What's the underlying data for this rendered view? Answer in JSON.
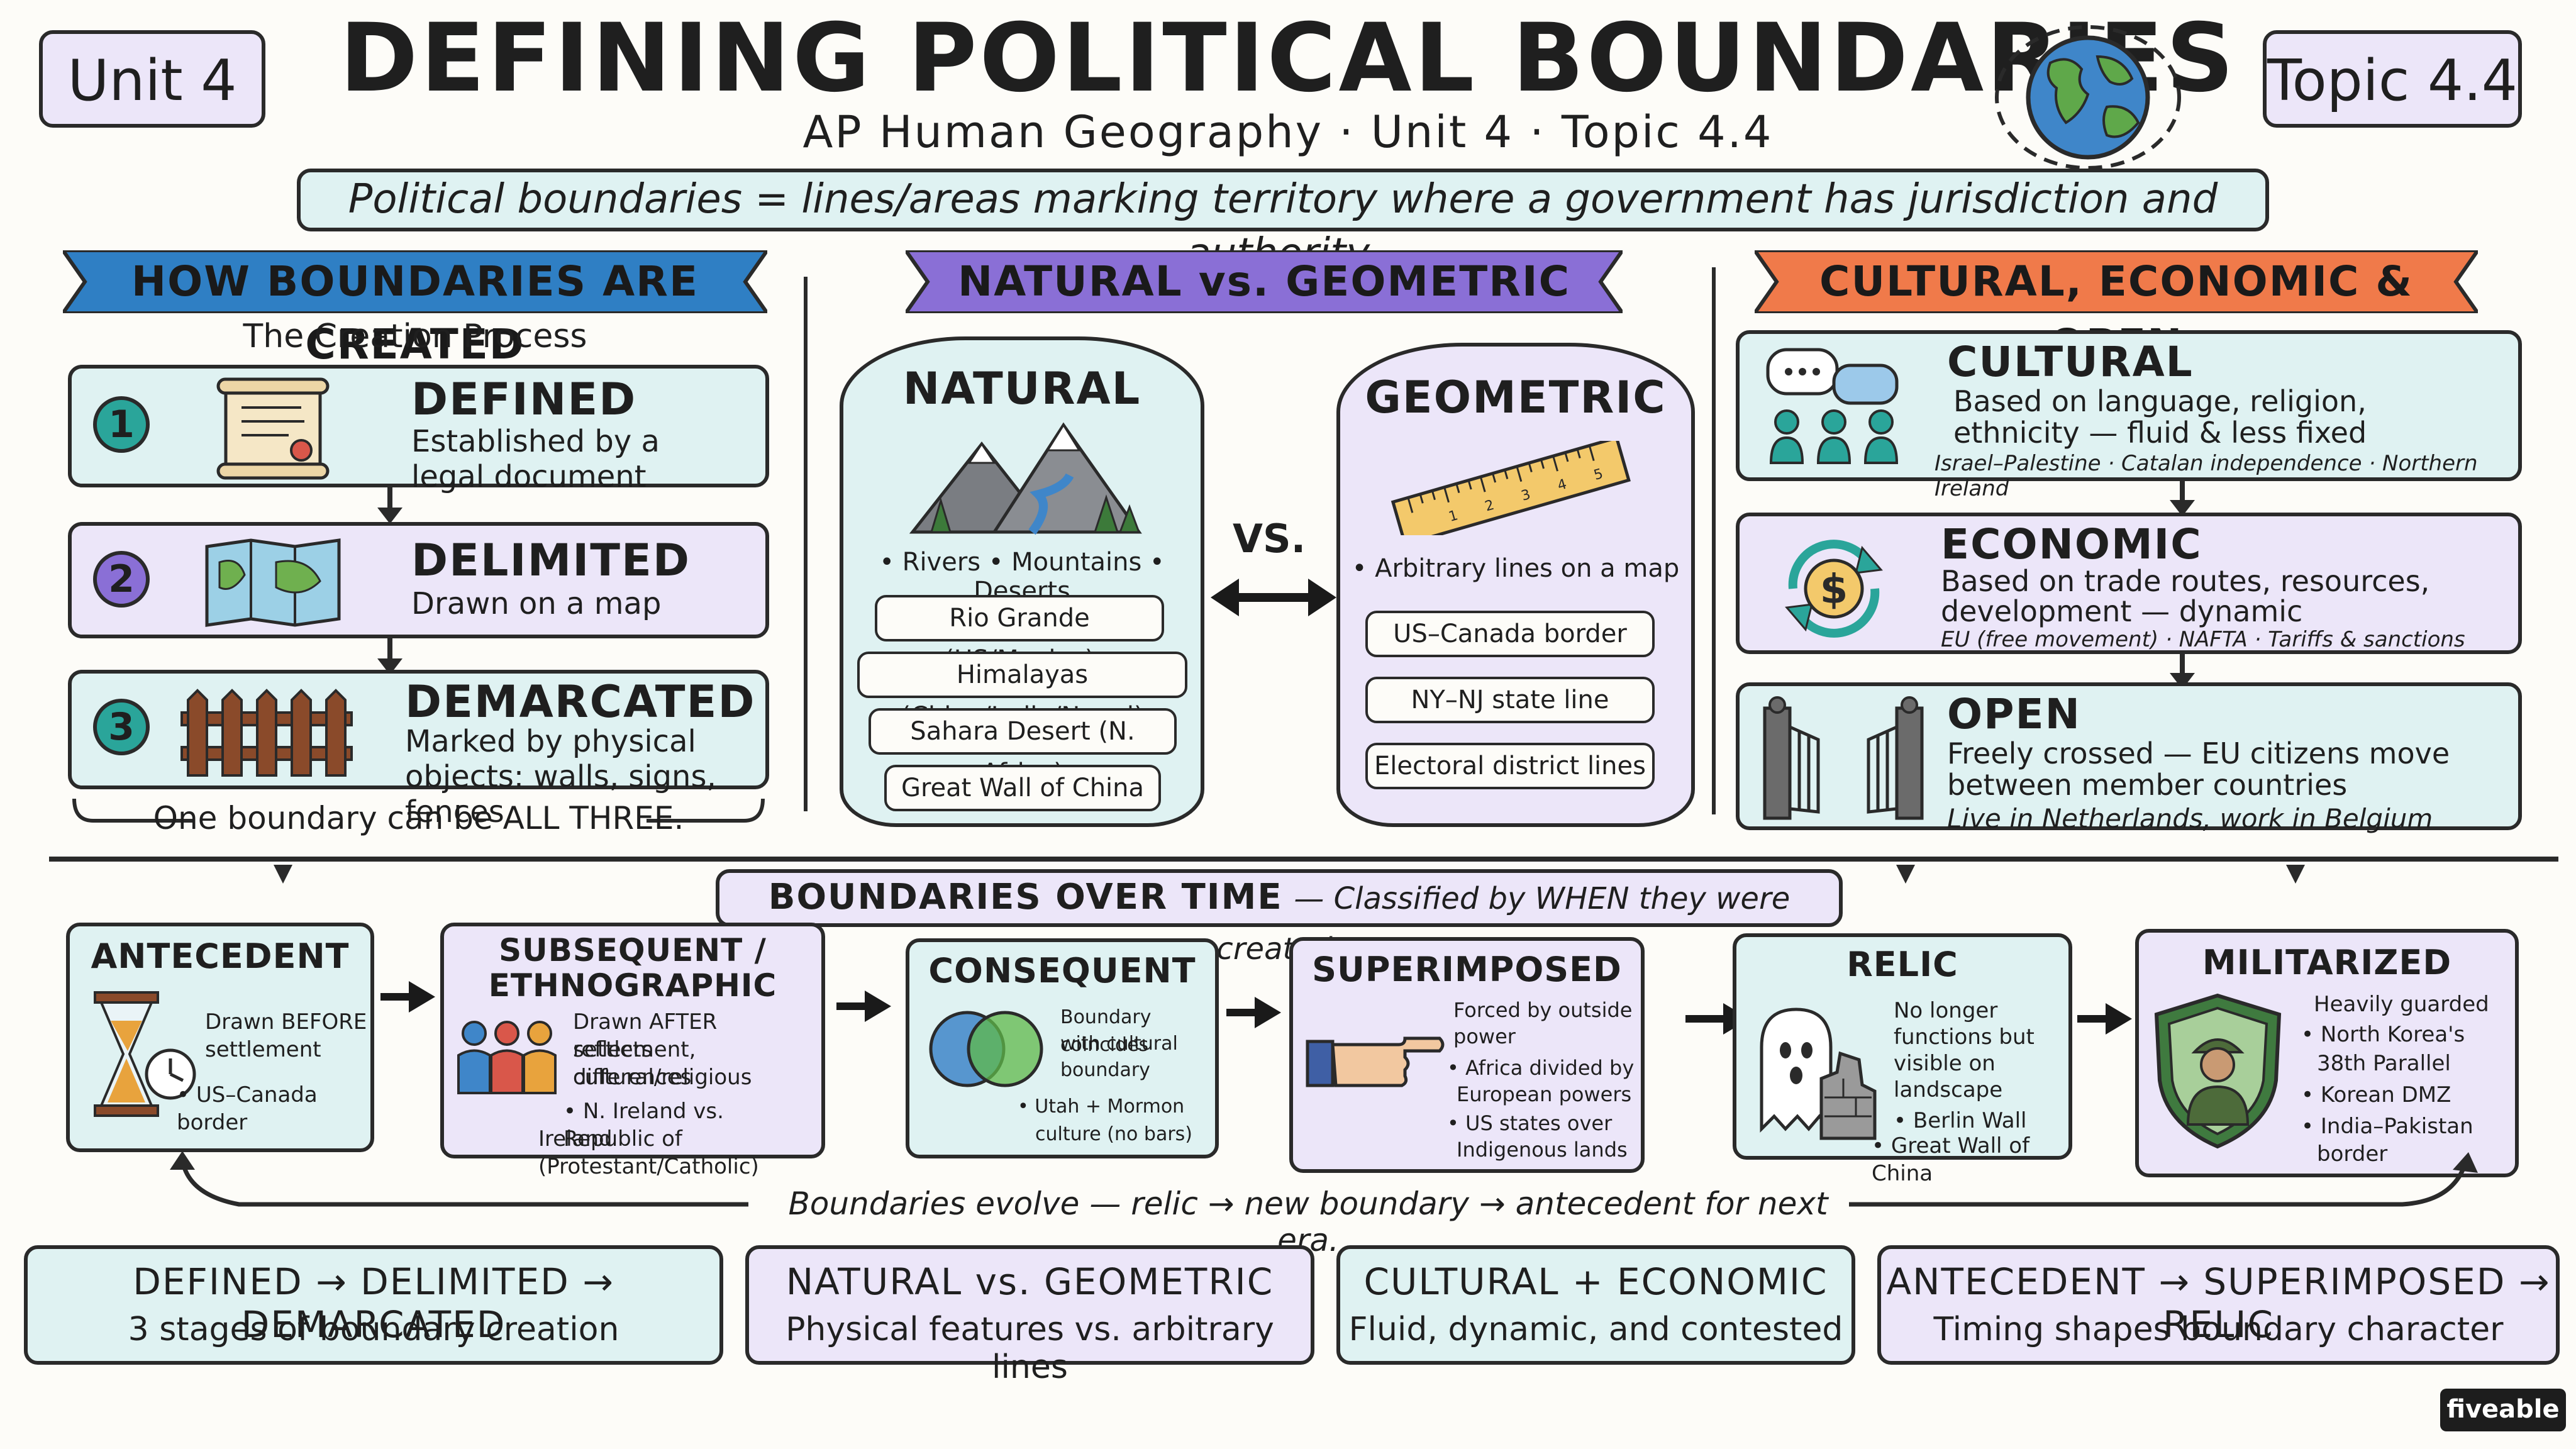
{
  "header": {
    "title": "DEFINING POLITICAL BOUNDARIES",
    "subtitle": "AP Human Geography · Unit 4 · Topic 4.4",
    "unit_tag": "Unit 4",
    "topic_tag": "Topic 4.4",
    "definition": "Political boundaries = lines/areas marking territory where a government has jurisdiction and authority."
  },
  "creation": {
    "banner": "HOW BOUNDARIES ARE CREATED",
    "subheading": "The Creation Process",
    "steps": [
      {
        "num": "1",
        "title": "DEFINED",
        "desc": "Established by a legal document"
      },
      {
        "num": "2",
        "title": "DELIMITED",
        "desc": "Drawn on a map"
      },
      {
        "num": "3",
        "title": "DEMARCATED",
        "desc": "Marked by physical objects: walls, signs, fences"
      }
    ],
    "footnote": "One boundary can be ALL THREE."
  },
  "natgeo": {
    "banner": "NATURAL vs. GEOMETRIC",
    "vs": "VS.",
    "natural": {
      "title": "NATURAL",
      "features": "• Rivers • Mountains • Deserts",
      "examples": [
        "Rio Grande (US/Mexico)",
        "Himalayas (China/India/Nepal)",
        "Sahara Desert (N. Africa)",
        "Great Wall of China"
      ]
    },
    "geometric": {
      "title": "GEOMETRIC",
      "features": "• Arbitrary lines on a map",
      "examples": [
        "US–Canada border",
        "NY–NJ state line",
        "Electoral district lines"
      ],
      "ruler_numbers": [
        "1",
        "2",
        "3",
        "4",
        "5"
      ]
    }
  },
  "cultural": {
    "banner": "CULTURAL, ECONOMIC & OPEN",
    "items": [
      {
        "title": "CULTURAL",
        "desc1": "Based on language, religion,",
        "desc2": "ethnicity — fluid & less fixed",
        "examples": "Israel–Palestine · Catalan independence · Northern Ireland"
      },
      {
        "title": "ECONOMIC",
        "desc1": "Based on trade routes, resources,",
        "desc2": "development — dynamic",
        "examples": "EU (free movement) · NAFTA · Tariffs & sanctions"
      },
      {
        "title": "OPEN",
        "desc1": "Freely crossed — EU citizens move",
        "desc2": "between member countries",
        "examples": "Live in Netherlands, work in Belgium"
      }
    ]
  },
  "timeline": {
    "header_bold": "BOUNDARIES OVER TIME",
    "header_italic": "— Classified by WHEN they were created.",
    "cards": [
      {
        "title": "ANTECEDENT",
        "lines": [
          "Drawn BEFORE",
          "settlement",
          "• US–Canada border"
        ]
      },
      {
        "title": "SUBSEQUENT / ETHNOGRAPHIC",
        "lines": [
          "Drawn AFTER settlement,",
          "reflects cultural/religious",
          "differences",
          "• N. Ireland vs. Republic of",
          "Ireland (Protestant/Catholic)"
        ]
      },
      {
        "title": "CONSEQUENT",
        "lines": [
          "Boundary coincides",
          "with cultural",
          "boundary",
          "• Utah + Mormon",
          "culture (no bars)"
        ]
      },
      {
        "title": "SUPERIMPOSED",
        "lines": [
          "Forced by outside",
          "power",
          "• Africa divided by",
          "European powers",
          "• US states over",
          "Indigenous lands"
        ]
      },
      {
        "title": "RELIC",
        "lines": [
          "No longer",
          "functions but",
          "visible on",
          "landscape",
          "• Berlin Wall",
          "• Great Wall of China"
        ]
      },
      {
        "title": "MILITARIZED",
        "lines": [
          "Heavily guarded",
          "• North Korea's",
          "38th Parallel",
          "• Korean DMZ",
          "• India–Pakistan",
          "border"
        ]
      }
    ],
    "evolve": "Boundaries evolve — relic → new boundary → antecedent for next era."
  },
  "summary": [
    {
      "title": "DEFINED → DELIMITED → DEMARCATED",
      "sub": "3 stages of boundary creation"
    },
    {
      "title": "NATURAL vs. GEOMETRIC",
      "sub": "Physical features vs. arbitrary lines"
    },
    {
      "title": "CULTURAL + ECONOMIC",
      "sub": "Fluid, dynamic, and contested"
    },
    {
      "title": "ANTECEDENT → SUPERIMPOSED → RELIC",
      "sub": "Timing shapes boundary character"
    }
  ],
  "logo": "fiveable",
  "colors": {
    "mint": "#dff2f2",
    "lavender": "#ece6f9",
    "blue_banner": "#2f7fc4",
    "purple_banner": "#8a6fd6",
    "orange_banner": "#f07a4a",
    "teal": "#2aa59a",
    "purple": "#7b5bc7"
  }
}
